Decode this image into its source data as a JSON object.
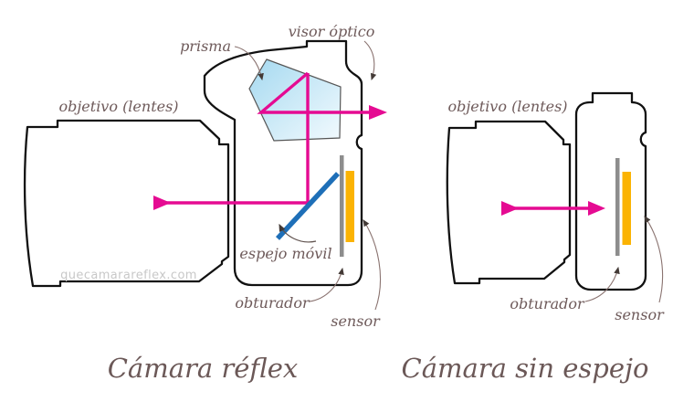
{
  "diagram": {
    "watermark": "quecamarareflex.com",
    "colors": {
      "light_path": "#e50b92",
      "mirror": "#1e6fb8",
      "sensor_bar": "#fbb303",
      "shutter_bar": "#8d8d8d",
      "prism_fill_top": "#a5d9f0",
      "prism_fill_bottom": "#f2fafe",
      "label_text": "#6e5a5a",
      "title_text": "#6b5857",
      "body_outline": "#111111",
      "watermark_text": "#c8c8c8",
      "leader_line": "#8a7370"
    },
    "reflex": {
      "title": "Cámara réflex",
      "labels": {
        "lens": "objetivo (lentes)",
        "prism": "prisma",
        "viewfinder": "visor óptico",
        "mirror": "espejo móvil",
        "shutter": "obturador",
        "sensor": "sensor"
      }
    },
    "mirrorless": {
      "title": "Cámara sin espejo",
      "labels": {
        "lens": "objetivo (lentes)",
        "shutter": "obturador",
        "sensor": "sensor"
      }
    }
  }
}
